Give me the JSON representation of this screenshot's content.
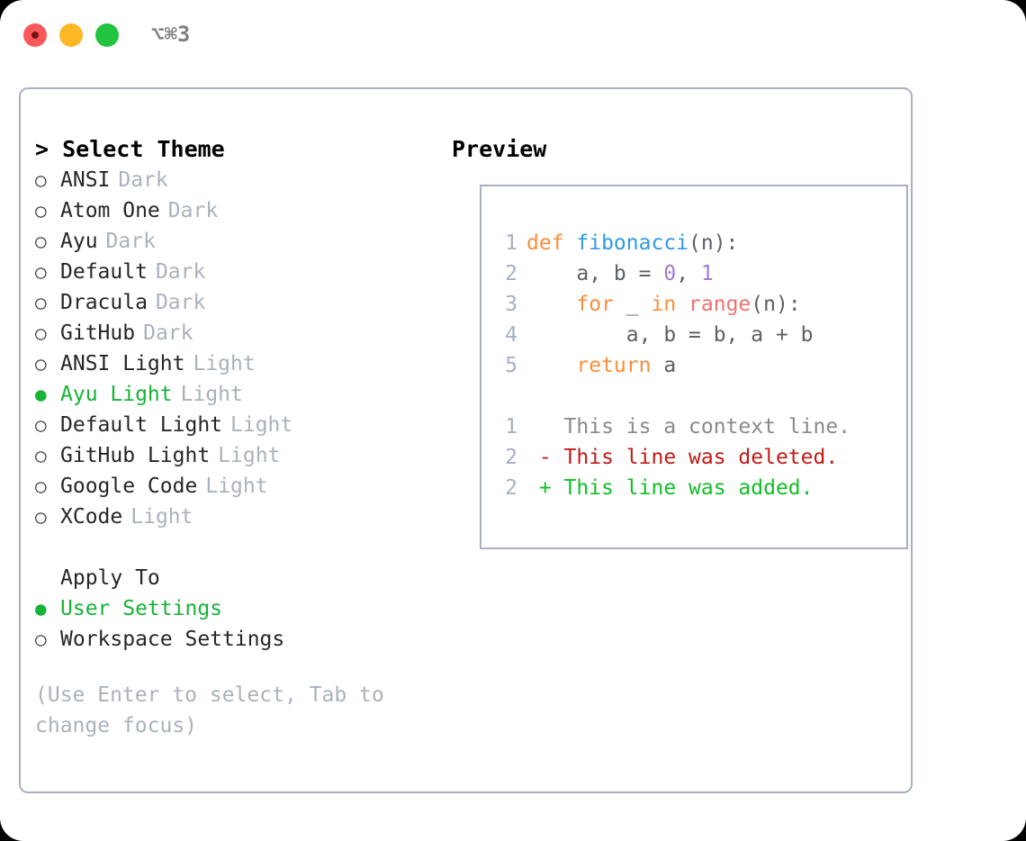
{
  "titlebar": {
    "shortcut": "⌥⌘3",
    "buttons": {
      "close": "close",
      "minimize": "minimize",
      "zoom": "zoom"
    }
  },
  "colors": {
    "accent_green": "#16b337",
    "muted": "#aab2bd",
    "border": "#a7b1bf",
    "text": "#262626",
    "diff_add": "#12bf26",
    "diff_del": "#c21b17",
    "kw": "#fa8d3e",
    "fn": "#3199e1",
    "num": "#a37acc",
    "call": "#f07171",
    "dot_close": "#f9575a",
    "dot_minimize": "#fbb724",
    "dot_zoom": "#22c33e"
  },
  "theme_picker": {
    "heading": "> Select Theme",
    "markers": {
      "selected": "●",
      "unselected": "○"
    },
    "items": [
      {
        "label": "ANSI",
        "suffix": "Dark",
        "selected": false
      },
      {
        "label": "Atom One",
        "suffix": "Dark",
        "selected": false
      },
      {
        "label": "Ayu",
        "suffix": "Dark",
        "selected": false
      },
      {
        "label": "Default",
        "suffix": "Dark",
        "selected": false
      },
      {
        "label": "Dracula",
        "suffix": "Dark",
        "selected": false
      },
      {
        "label": "GitHub",
        "suffix": "Dark",
        "selected": false
      },
      {
        "label": "ANSI Light",
        "suffix": "Light",
        "selected": false
      },
      {
        "label": "Ayu Light",
        "suffix": "Light",
        "selected": true
      },
      {
        "label": "Default Light",
        "suffix": "Light",
        "selected": false
      },
      {
        "label": "GitHub Light",
        "suffix": "Light",
        "selected": false
      },
      {
        "label": "Google Code",
        "suffix": "Light",
        "selected": false
      },
      {
        "label": "XCode",
        "suffix": "Light",
        "selected": false
      }
    ]
  },
  "apply_to": {
    "heading": "Apply To",
    "items": [
      {
        "label": "User Settings",
        "selected": true
      },
      {
        "label": "Workspace Settings",
        "selected": false
      }
    ]
  },
  "hint": "(Use Enter to select, Tab to change focus)",
  "preview": {
    "heading": "Preview",
    "code_lines": [
      {
        "number": "1",
        "tokens": [
          {
            "text": "def ",
            "type": "kw"
          },
          {
            "text": "fibonacci",
            "type": "fn"
          },
          {
            "text": "(n):",
            "type": "plain"
          }
        ]
      },
      {
        "number": "2",
        "tokens": [
          {
            "text": "    a, b = ",
            "type": "plain"
          },
          {
            "text": "0",
            "type": "num"
          },
          {
            "text": ", ",
            "type": "plain"
          },
          {
            "text": "1",
            "type": "num"
          }
        ]
      },
      {
        "number": "3",
        "tokens": [
          {
            "text": "    ",
            "type": "plain"
          },
          {
            "text": "for",
            "type": "kw"
          },
          {
            "text": " _ ",
            "type": "plain"
          },
          {
            "text": "in",
            "type": "kw"
          },
          {
            "text": " ",
            "type": "plain"
          },
          {
            "text": "range",
            "type": "call"
          },
          {
            "text": "(n):",
            "type": "plain"
          }
        ]
      },
      {
        "number": "4",
        "tokens": [
          {
            "text": "        a, b = b, a + b",
            "type": "plain"
          }
        ]
      },
      {
        "number": "5",
        "tokens": [
          {
            "text": "    ",
            "type": "plain"
          },
          {
            "text": "return",
            "type": "kw"
          },
          {
            "text": " a",
            "type": "plain"
          }
        ]
      }
    ],
    "diff_lines": [
      {
        "number": "1",
        "marker": " ",
        "text": "This is a context line.",
        "type": "ctx"
      },
      {
        "number": "2",
        "marker": "-",
        "text": "This line was deleted.",
        "type": "del"
      },
      {
        "number": "2",
        "marker": "+",
        "text": "This line was added.",
        "type": "add"
      }
    ]
  }
}
